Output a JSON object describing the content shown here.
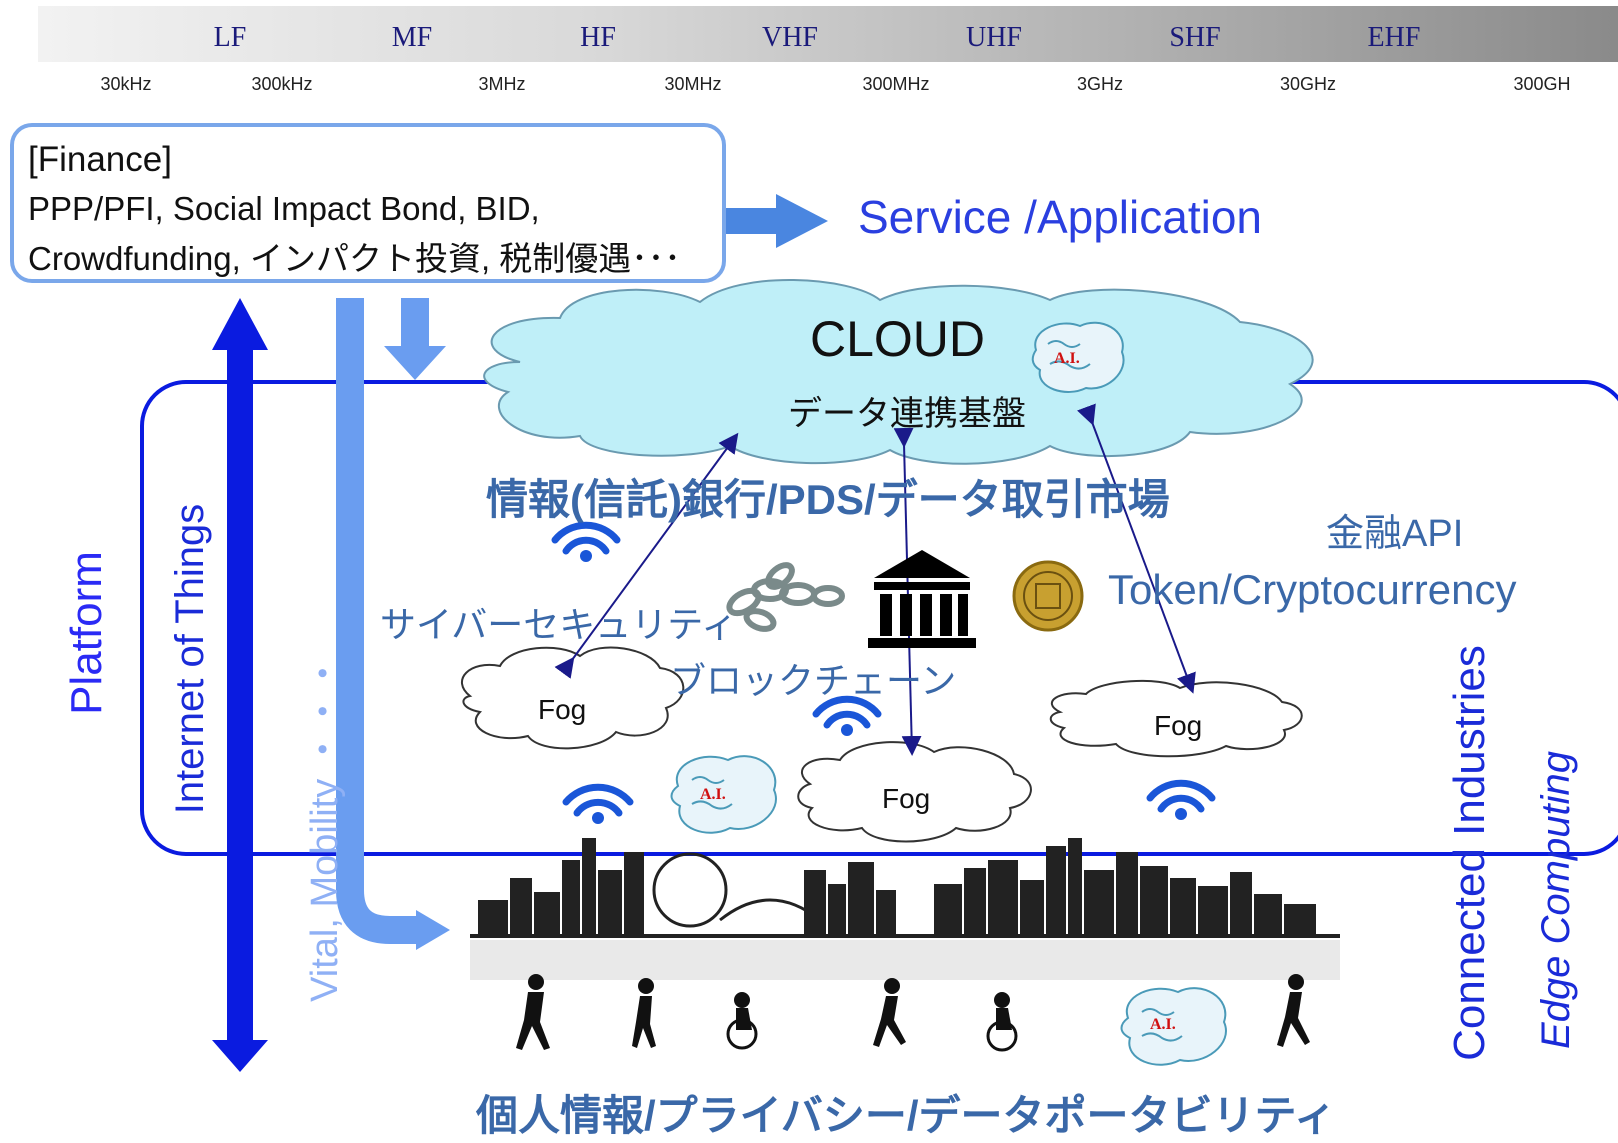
{
  "spectrum": {
    "bands": [
      "LF",
      "MF",
      "HF",
      "VHF",
      "UHF",
      "SHF",
      "EHF"
    ],
    "frequencies": [
      "30kHz",
      "300kHz",
      "3MHz",
      "30MHz",
      "300MHz",
      "3GHz",
      "30GHz",
      "300GH"
    ]
  },
  "finance": {
    "title": "[Finance]",
    "line1": "PPP/PFI, Social Impact Bond, BID,",
    "line2": "Crowdfunding, インパクト投資, 税制優遇･･･"
  },
  "service_label": "Service /Application",
  "cloud": {
    "label": "CLOUD",
    "sublabel": "データ連携基盤"
  },
  "bank_label": "情報(信託)銀行/PDS/データ取引市場",
  "api_label": "金融API",
  "token_label": "Token/Cryptocurrency",
  "cyber_label": "サイバーセキュリティ",
  "blockchain_label": "ブロックチェーン",
  "fog_label": "Fog",
  "ai_label": "A.I.",
  "side_labels": {
    "platform": "Platform",
    "iot": "Internet of Things",
    "vital": "Vital, Mobility ・・・",
    "connected": "Connected Industries",
    "edge": "Edge Computing"
  },
  "privacy_label": "個人情報/プライバシー/データポータビリティ",
  "colors": {
    "accent_blue": "#0a1be0",
    "light_blue": "#7aa7ea",
    "text_blue": "#3a68a8",
    "cloud_fill": "#bfeff8"
  },
  "icons": [
    "wifi-icon",
    "chain-icon",
    "bank-icon",
    "coin-icon",
    "brain-icon",
    "city-skyline",
    "person-silhouette"
  ]
}
